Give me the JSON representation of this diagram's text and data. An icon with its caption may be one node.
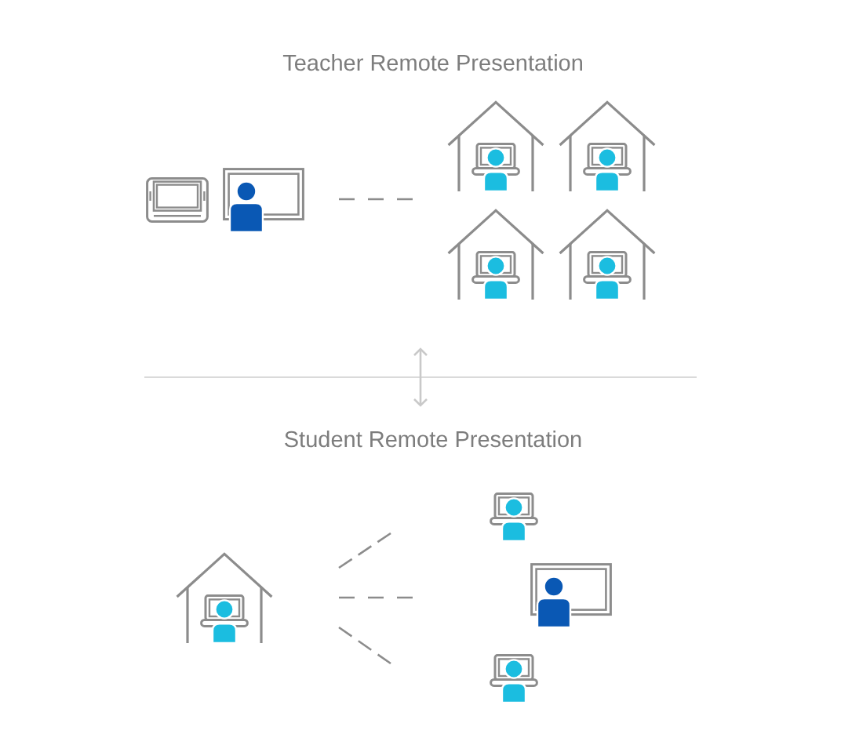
{
  "diagram": {
    "nodes": [
      {
        "text": [],
        "shape": "picture"
      },
      {
        "text": [],
        "shape": "picture"
      },
      {
        "text": [],
        "shape": "picture"
      },
      {
        "text": [],
        "shape": "picture"
      },
      {
        "text": [],
        "shape": "picture"
      },
      {
        "text": [],
        "shape": "picture"
      },
      {
        "text": [],
        "shape": "picture"
      },
      {
        "text": [],
        "shape": "picture"
      },
      {
        "text": [],
        "shape": "picture"
      },
      {
        "text": [],
        "shape": "picture"
      }
    ],
    "edges": [
      {
        "from": 1,
        "to": null,
        "arrow": "none",
        "style": "dashed"
      },
      {
        "from": 6,
        "to": 7,
        "arrow": "none",
        "style": "dashed"
      },
      {
        "from": 6,
        "to": 8,
        "arrow": "none",
        "style": "dashed"
      },
      {
        "from": 6,
        "to": 9,
        "arrow": "none",
        "style": "dashed"
      }
    ],
    "labels": [
      "Teacher Remote Presentation",
      "Student Remote Presentation"
    ]
  }
}
